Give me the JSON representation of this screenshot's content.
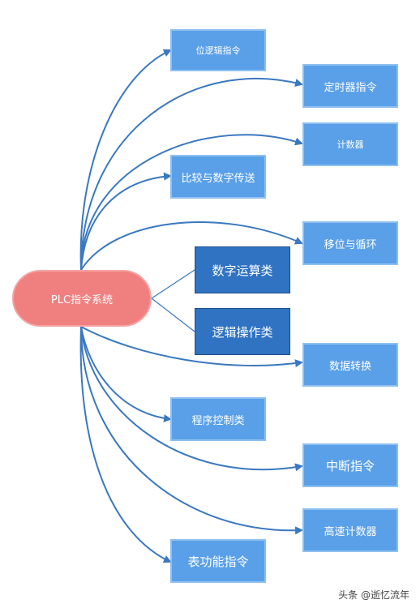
{
  "root": {
    "label": "PLC指令系统"
  },
  "nodes": [
    {
      "id": "n1",
      "label": "位逻辑指令"
    },
    {
      "id": "n2",
      "label": "定时器指令"
    },
    {
      "id": "n3",
      "label": "计数器"
    },
    {
      "id": "n4",
      "label": "比较与数字传送"
    },
    {
      "id": "n5",
      "label": "移位与循环"
    },
    {
      "id": "n6",
      "label": "数字运算类"
    },
    {
      "id": "n7",
      "label": "逻辑操作类"
    },
    {
      "id": "n8",
      "label": "数据转换"
    },
    {
      "id": "n9",
      "label": "程序控制类"
    },
    {
      "id": "n10",
      "label": "中断指令"
    },
    {
      "id": "n11",
      "label": "高速计数器"
    },
    {
      "id": "n12",
      "label": "表功能指令"
    }
  ],
  "watermark": {
    "text": "头条 @逝忆流年"
  },
  "colors": {
    "root_fill": "#f08080",
    "node_fill": "#5aa0e8",
    "node_dark_fill": "#2f73c2",
    "connector": "#3a78c0"
  }
}
